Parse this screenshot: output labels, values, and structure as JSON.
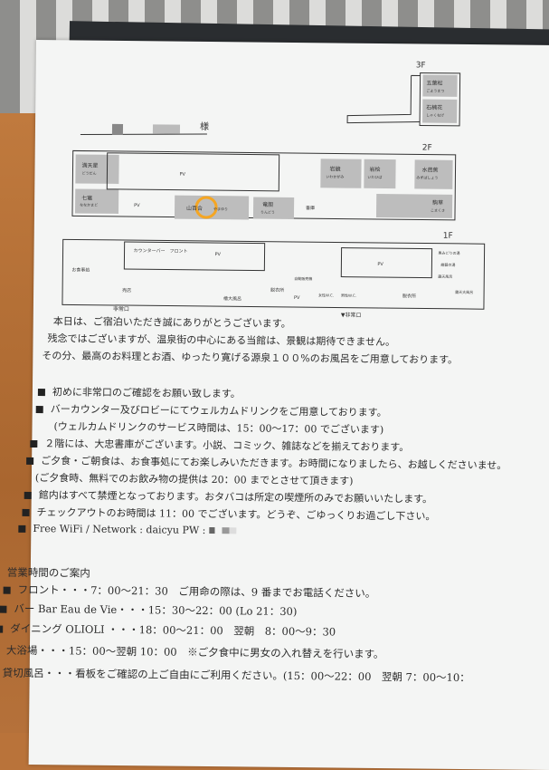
{
  "guest_line": {
    "suffix": "様"
  },
  "floorplan": {
    "floors": {
      "f3": "3F",
      "f2": "2F",
      "f1": "1F"
    },
    "f3_rooms": [
      {
        "name": "五葉松",
        "kana": "ごようまつ"
      },
      {
        "name": "石楠花",
        "kana": "しゃくなげ"
      }
    ],
    "f2_rooms": [
      {
        "name": "満天星",
        "kana": "どうだん"
      },
      {
        "name": "七竈",
        "kana": "ななかまど"
      },
      {
        "name": "山百合",
        "kana": "やまゆり"
      },
      {
        "name": "竜胆",
        "kana": "りんどう"
      },
      {
        "name": "岩鏡",
        "kana": "いわかがみ"
      },
      {
        "name": "岩桧",
        "kana": "いわひば"
      },
      {
        "name": "水芭蕉",
        "kana": "みずばしょう"
      },
      {
        "name": "駒草",
        "kana": "こまくさ"
      }
    ],
    "pv": "PV",
    "library": "書庫",
    "f1": {
      "dining": "お食事処",
      "bar": "カウンターバー",
      "front": "フロント",
      "shop": "売店",
      "big_bath": "檜大風呂",
      "dressing": "脱衣所",
      "women": "女性W.C.",
      "men": "男性W.C.",
      "vending": "自動販売機",
      "bath1": "黒みどりの湯",
      "bath2": "紺碧の湯",
      "bath3": "露天風呂",
      "bath4": "露天大風呂",
      "exit1": "非常口",
      "exit2": "▼非常口"
    },
    "highlight_color": "#f5a623"
  },
  "intro": [
    "本日は、ご宿泊いただき誠にありがとうございます。",
    "残念ではございますが、温泉街の中心にある当館は、景観は期待できません。",
    "その分、最高のお料理とお酒、ゆったり寛げる源泉１００%のお風呂をご用意しております。"
  ],
  "notes": [
    {
      "bullet": true,
      "text": "初めに非常口のご確認をお願い致します。"
    },
    {
      "bullet": true,
      "text": "バーカウンター及びロビーにてウェルカムドリンクをご用意しております。"
    },
    {
      "bullet": false,
      "text": "(ウェルカムドリンクのサービス時間は、15：00～17：00 でございます)"
    },
    {
      "bullet": true,
      "text": "２階には、大忠書庫がございます。小説、コミック、雑誌などを揃えております。"
    },
    {
      "bullet": true,
      "text": "ご夕食・ご朝食は、お食事処にてお楽しみいただきます。お時間になりましたら、お越しくださいませ。"
    },
    {
      "bullet": false,
      "text": "(ご夕食時、無料でのお飲み物の提供は 20：00 までとさせて頂きます)"
    },
    {
      "bullet": true,
      "text": "館内はすべて禁煙となっております。おタバコは所定の喫煙所のみでお願いいたします。"
    },
    {
      "bullet": true,
      "text": "チェックアウトのお時間は 11：00 でございます。どうぞ、ごゆっくりお過ごし下さい。"
    },
    {
      "bullet": true,
      "text": "Free WiFi / Network : daicyu    PW : "
    }
  ],
  "hours": {
    "title": "営業時間のご案内",
    "items": [
      "フロント・・・7：00～21：30　ご用命の際は、9 番までお電話ください。",
      "バー Bar Eau de Vie・・・15：30～22：00 (Lo 21：30)",
      "ダイニング OLIOLI ・・・18：00～21：00　翌朝　8：00～9：30",
      "大浴場・・・15：00～翌朝 10：00　※ご夕食中に男女の入れ替えを行います。",
      "貸切風呂・・・看板をご確認の上ご自由にご利用ください。(15：00～22：00　翌朝 7：00～10："
    ]
  }
}
